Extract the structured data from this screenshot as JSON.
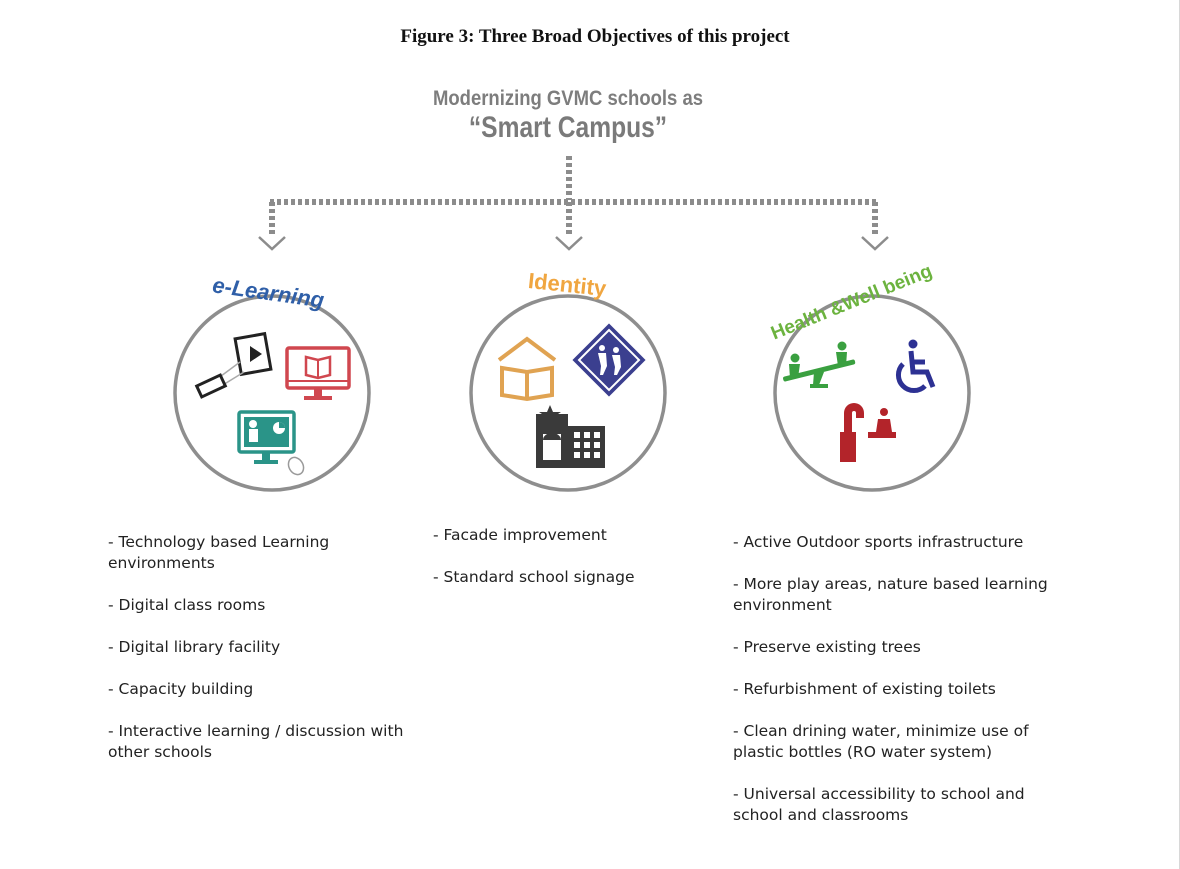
{
  "figure_title": "Figure 3: Three Broad Objectives of this project",
  "main_objective": {
    "line1": "Modernizing GVMC schools as",
    "line2": "“Smart Campus”"
  },
  "categories": [
    {
      "name": "e-Learning",
      "color": "#2f5fa8",
      "icons": [
        "projector-icon",
        "computer-book-icon",
        "teacher-screen-icon"
      ],
      "items": [
        "- Technology based Learning environments",
        "- Digital class rooms",
        "- Digital library facility",
        "- Capacity building",
        "- Interactive learning / discussion with other schools"
      ]
    },
    {
      "name": "Identity",
      "color": "#f0a640",
      "icons": [
        "book-roof-icon",
        "school-crossing-sign-icon",
        "school-building-icon"
      ],
      "items": [
        "- Facade improvement",
        "- Standard school signage"
      ]
    },
    {
      "name": "Health &Well being",
      "color": "#6cb33f",
      "icons": [
        "seesaw-icon",
        "wheelchair-icon",
        "drinking-fountain-icon"
      ],
      "items": [
        "- Active Outdoor sports infrastructure",
        "- More play areas, nature based learning environment",
        "- Preserve existing trees",
        "- Refurbishment of existing toilets",
        "- Clean drining water, minimize use of plastic bottles (RO water system)",
        "- Universal accessibility to school and school and classrooms"
      ]
    }
  ]
}
